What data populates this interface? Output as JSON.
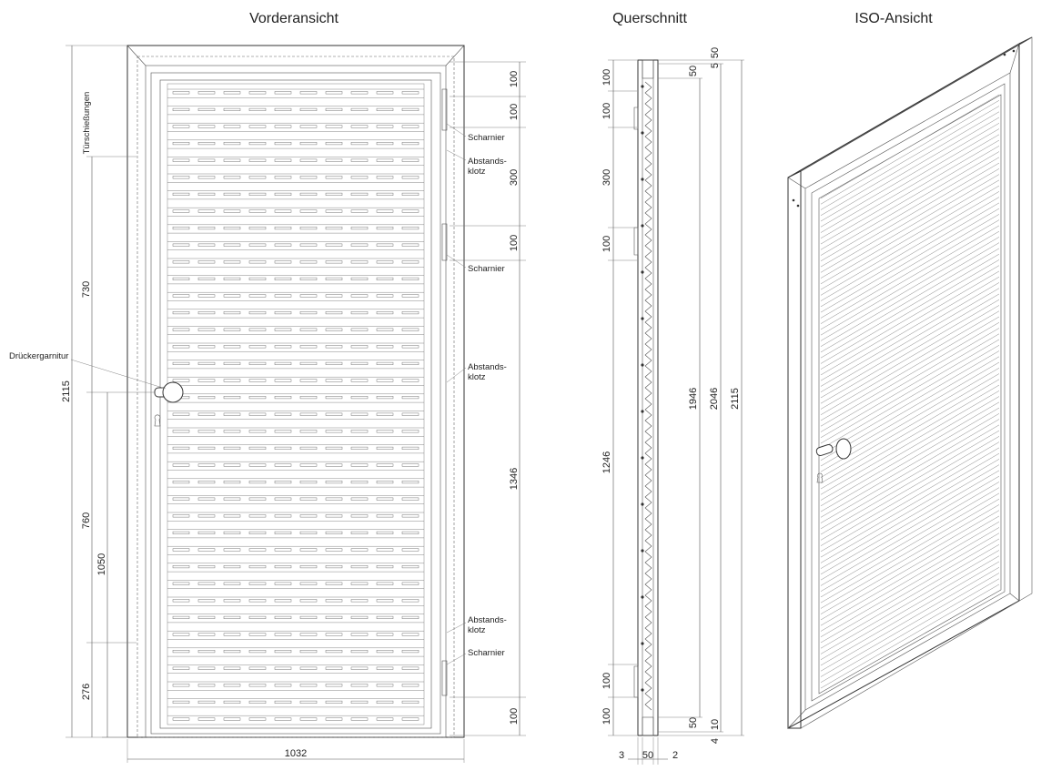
{
  "views": {
    "front": "Vorderansicht",
    "section": "Querschnitt",
    "iso": "ISO-Ansicht"
  },
  "front_dims": {
    "left_vertical_label": "Türschießungen",
    "d730": "730",
    "d2115": "2115",
    "d760": "760",
    "d1050": "1050",
    "d276": "276",
    "d1032": "1032",
    "r100a": "100",
    "r100b": "100",
    "r300": "300",
    "r100c": "100",
    "r1346": "1346",
    "r100d": "100"
  },
  "front_notes": {
    "handle": "Drückergarnitur",
    "hinge1": "Scharnier",
    "spacer1_l1": "Abstands-",
    "spacer1_l2": "klotz",
    "hinge2": "Scharnier",
    "spacer2_l1": "Abstands-",
    "spacer2_l2": "klotz",
    "spacer3_l1": "Abstands-",
    "spacer3_l2": "klotz",
    "hinge3": "Scharnier"
  },
  "section_dims": {
    "l100a": "100",
    "l100b": "100",
    "l300": "300",
    "l100c": "100",
    "l1246": "1246",
    "l100d": "100",
    "l100e": "100",
    "t5": "5",
    "t50a": "50",
    "t50b": "50",
    "v1946": "1946",
    "v2046": "2046",
    "v2115": "2115",
    "b50": "50",
    "b10": "10",
    "b4": "4",
    "w3": "3",
    "w50": "50",
    "w2": "2"
  }
}
